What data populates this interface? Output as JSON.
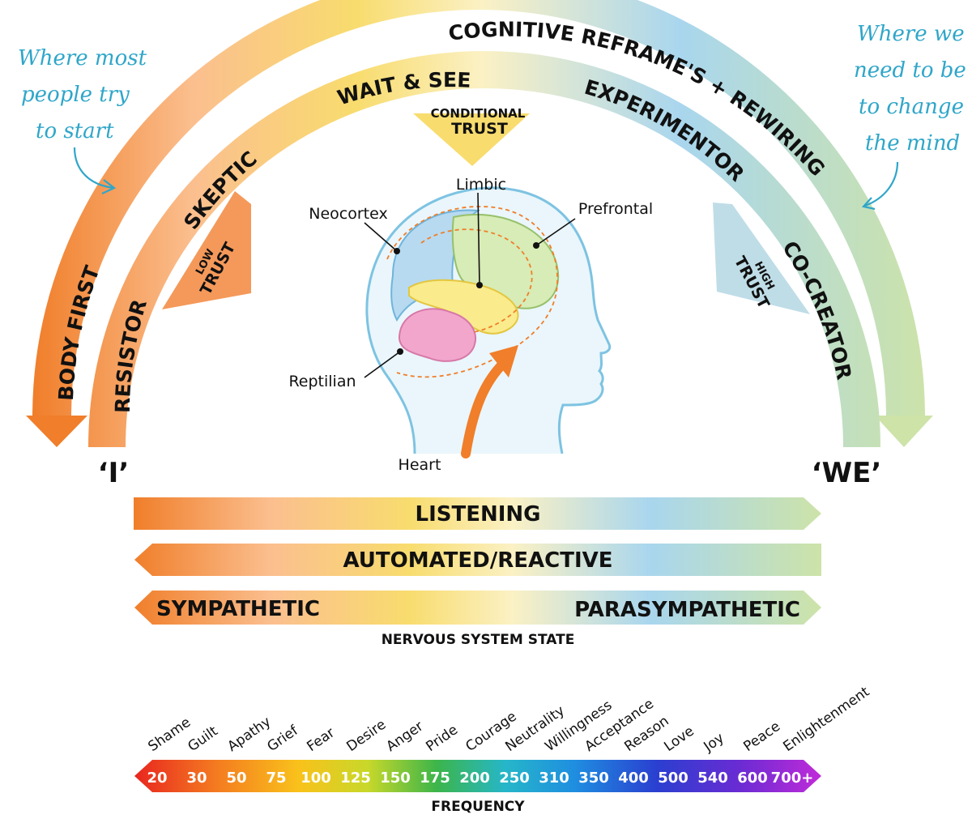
{
  "annotations": {
    "left_note": [
      "Where most",
      "people try",
      "to start"
    ],
    "right_note": [
      "Where we",
      "need to be",
      "to change",
      "the mind"
    ]
  },
  "arcs": {
    "outer_left": "BODY FIRST",
    "outer_right": "COGNITIVE REFRAME'S + REWIRING",
    "inner_left": "RESISTOR",
    "inner_skeptic": "SKEPTIC",
    "inner_top": "WAIT & SEE",
    "inner_experimentor": "EXPERIMENTOR",
    "inner_right": "CO-CREATOR"
  },
  "trust": {
    "low": [
      "LOW",
      "TRUST"
    ],
    "conditional": [
      "CONDITIONAL",
      "TRUST"
    ],
    "high": [
      "HIGH",
      "TRUST"
    ]
  },
  "brain": {
    "limbic": "Limbic",
    "neocortex": "Neocortex",
    "prefrontal": "Prefrontal",
    "reptilian": "Reptilian",
    "heart": "Heart"
  },
  "endpoints": {
    "left": "‘I’",
    "right": "‘WE’"
  },
  "bands": {
    "listening": "LISTENING",
    "automated": "AUTOMATED/REACTIVE",
    "sympathetic": "SYMPATHETIC",
    "parasympathetic": "PARASYMPATHETIC",
    "nervous_caption": "NERVOUS SYSTEM STATE"
  },
  "scale": {
    "caption": "FREQUENCY",
    "emotions": [
      "Shame",
      "Guilt",
      "Apathy",
      "Grief",
      "Fear",
      "Desire",
      "Anger",
      "Pride",
      "Courage",
      "Neutrality",
      "Willingness",
      "Acceptance",
      "Reason",
      "Love",
      "Joy",
      "Peace",
      "Enlightenment"
    ],
    "values": [
      "20",
      "30",
      "50",
      "75",
      "100",
      "125",
      "150",
      "175",
      "200",
      "250",
      "310",
      "350",
      "400",
      "500",
      "540",
      "600",
      "700+"
    ]
  },
  "colors": {
    "orange": "#f07e2a",
    "peach": "#fbbf8f",
    "yellow": "#f8dc6e",
    "cream": "#fbf1c4",
    "blue": "#a9d6ee",
    "green": "#cde3a8"
  }
}
